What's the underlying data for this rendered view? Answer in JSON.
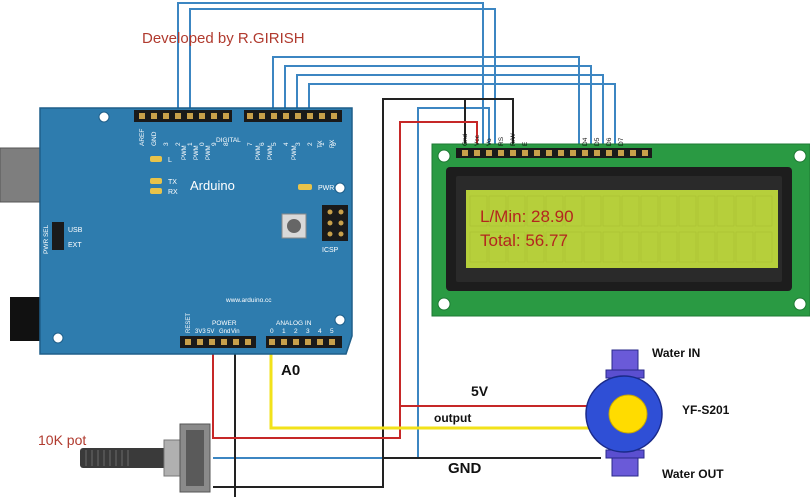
{
  "credit": "Developed by R.GIRISH",
  "arduino": {
    "name": "Arduino",
    "url": "www.arduino.cc",
    "digital_label": "DIGITAL",
    "top_pins": [
      "AREF",
      "GND",
      "13",
      "12",
      "~11",
      "~10",
      "~9",
      "8",
      "7",
      "~6",
      "~5",
      "4",
      "~3",
      "2",
      "TX 1",
      "RX 0"
    ],
    "top_pin_short": [
      "AREF",
      "GND",
      "3",
      "2",
      "1",
      "0",
      "9",
      "8",
      "7",
      "6",
      "5",
      "4",
      "3",
      "2",
      "1",
      "0"
    ],
    "pwm_labels": [
      "PWM",
      "PWM",
      "PWM",
      "PWM",
      "PWM",
      "PWM"
    ],
    "tx_label": "TX",
    "rx_label": "RX",
    "led_l": "L",
    "led_tx": "TX",
    "led_rx": "RX",
    "pwr_led": "PWR",
    "pwr_sel": "PWR SEL",
    "usb": "USB",
    "ext": "EXT",
    "icsp": "ICSP",
    "power_label": "POWER",
    "power_pins": [
      "RESET",
      "3V3",
      "5V",
      "Gnd",
      "Vin"
    ],
    "analog_label": "ANALOG IN",
    "analog_pins": [
      "0",
      "1",
      "2",
      "3",
      "4",
      "5"
    ]
  },
  "lcd": {
    "pins": [
      "Gnd",
      "Vcc",
      "Vo",
      "RS",
      "R/W",
      "E",
      "D4",
      "D5",
      "D6",
      "D7"
    ],
    "line1": "L/Min: 28.90",
    "line2": "Total: 56.77"
  },
  "sensor": {
    "name": "YF-S201",
    "inlet": "Water IN",
    "outlet": "Water OUT"
  },
  "labels": {
    "a0": "A0",
    "five_v": "5V",
    "output": "output",
    "gnd": "GND",
    "pot": "10K pot"
  },
  "colors": {
    "board": "#2e7cae",
    "board_edge": "#1f5f8a",
    "lcd_body": "#2a9a43",
    "lcd_bezel": "#1d1d1d",
    "lcd_screen": "#b6cf3b",
    "lcd_text": "#b3261e",
    "wire_blue": "#3c86c2",
    "wire_red": "#c62828",
    "wire_black": "#222222",
    "wire_yellow": "#f2e21a",
    "sensor_blue": "#2f4fd6",
    "sensor_yellow": "#ffdc00",
    "credit": "#b03a2e"
  }
}
